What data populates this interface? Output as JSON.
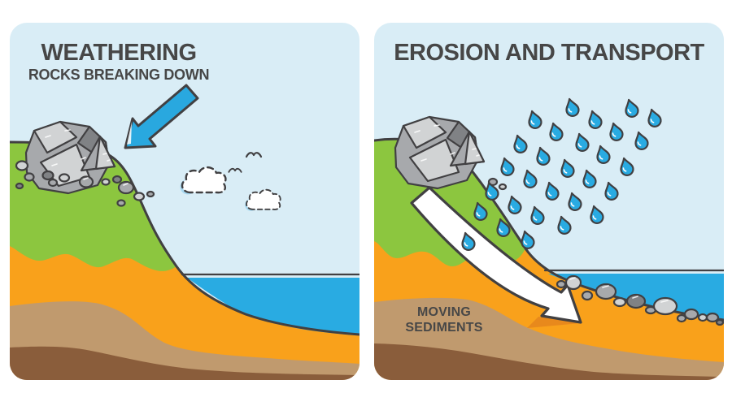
{
  "page_bg": "#ffffff",
  "colors": {
    "page_bg": "#ffffff",
    "sky": "#d9edf6",
    "grass": "#8cc63f",
    "sand": "#f9a11b",
    "clay": "#c09a6e",
    "soil": "#8a5d3b",
    "water": "#29abe2",
    "outline": "#414042",
    "text": "#474747",
    "white": "#ffffff",
    "rock_light": "#d1d3d4",
    "rock_mid": "#a7a9ac",
    "rock_dark": "#808285",
    "arrow_blue": "#29a8df",
    "arrow_shadow": "#e8891c",
    "cloud_shadow": "#a8d8f0"
  },
  "left_panel": {
    "title": "WEATHERING",
    "subtitle": "ROCKS BREAKING DOWN",
    "icons": [
      "weathering-arrow-icon",
      "boulder-icon",
      "pebbles-icon",
      "cloud-icon",
      "bird-icon"
    ]
  },
  "right_panel": {
    "title": "EROSION AND TRANSPORT",
    "label": {
      "line1": "MOVING",
      "line2": "SEDIMENTS"
    },
    "icons": [
      "raindrop-icon",
      "transport-arrow-icon",
      "boulder-icon",
      "sediment-rocks-icon"
    ]
  }
}
